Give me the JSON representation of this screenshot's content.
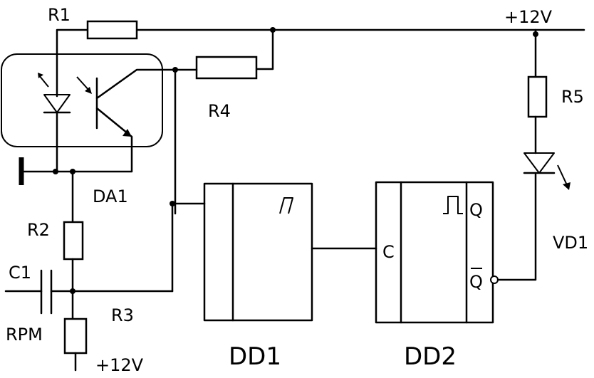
{
  "labels": {
    "r1": "R1",
    "r2": "R2",
    "r3": "R3",
    "r4": "R4",
    "r5": "R5",
    "c1": "C1",
    "rpm": "RPM",
    "da1": "DA1",
    "vd1": "VD1",
    "vcc_top": "+12V",
    "vcc_bottom": "+12V",
    "dd1": "DD1",
    "dd2": "DD2",
    "dd2_clock": "C",
    "dd2_q": "Q",
    "dd2_qbar": "Q"
  }
}
